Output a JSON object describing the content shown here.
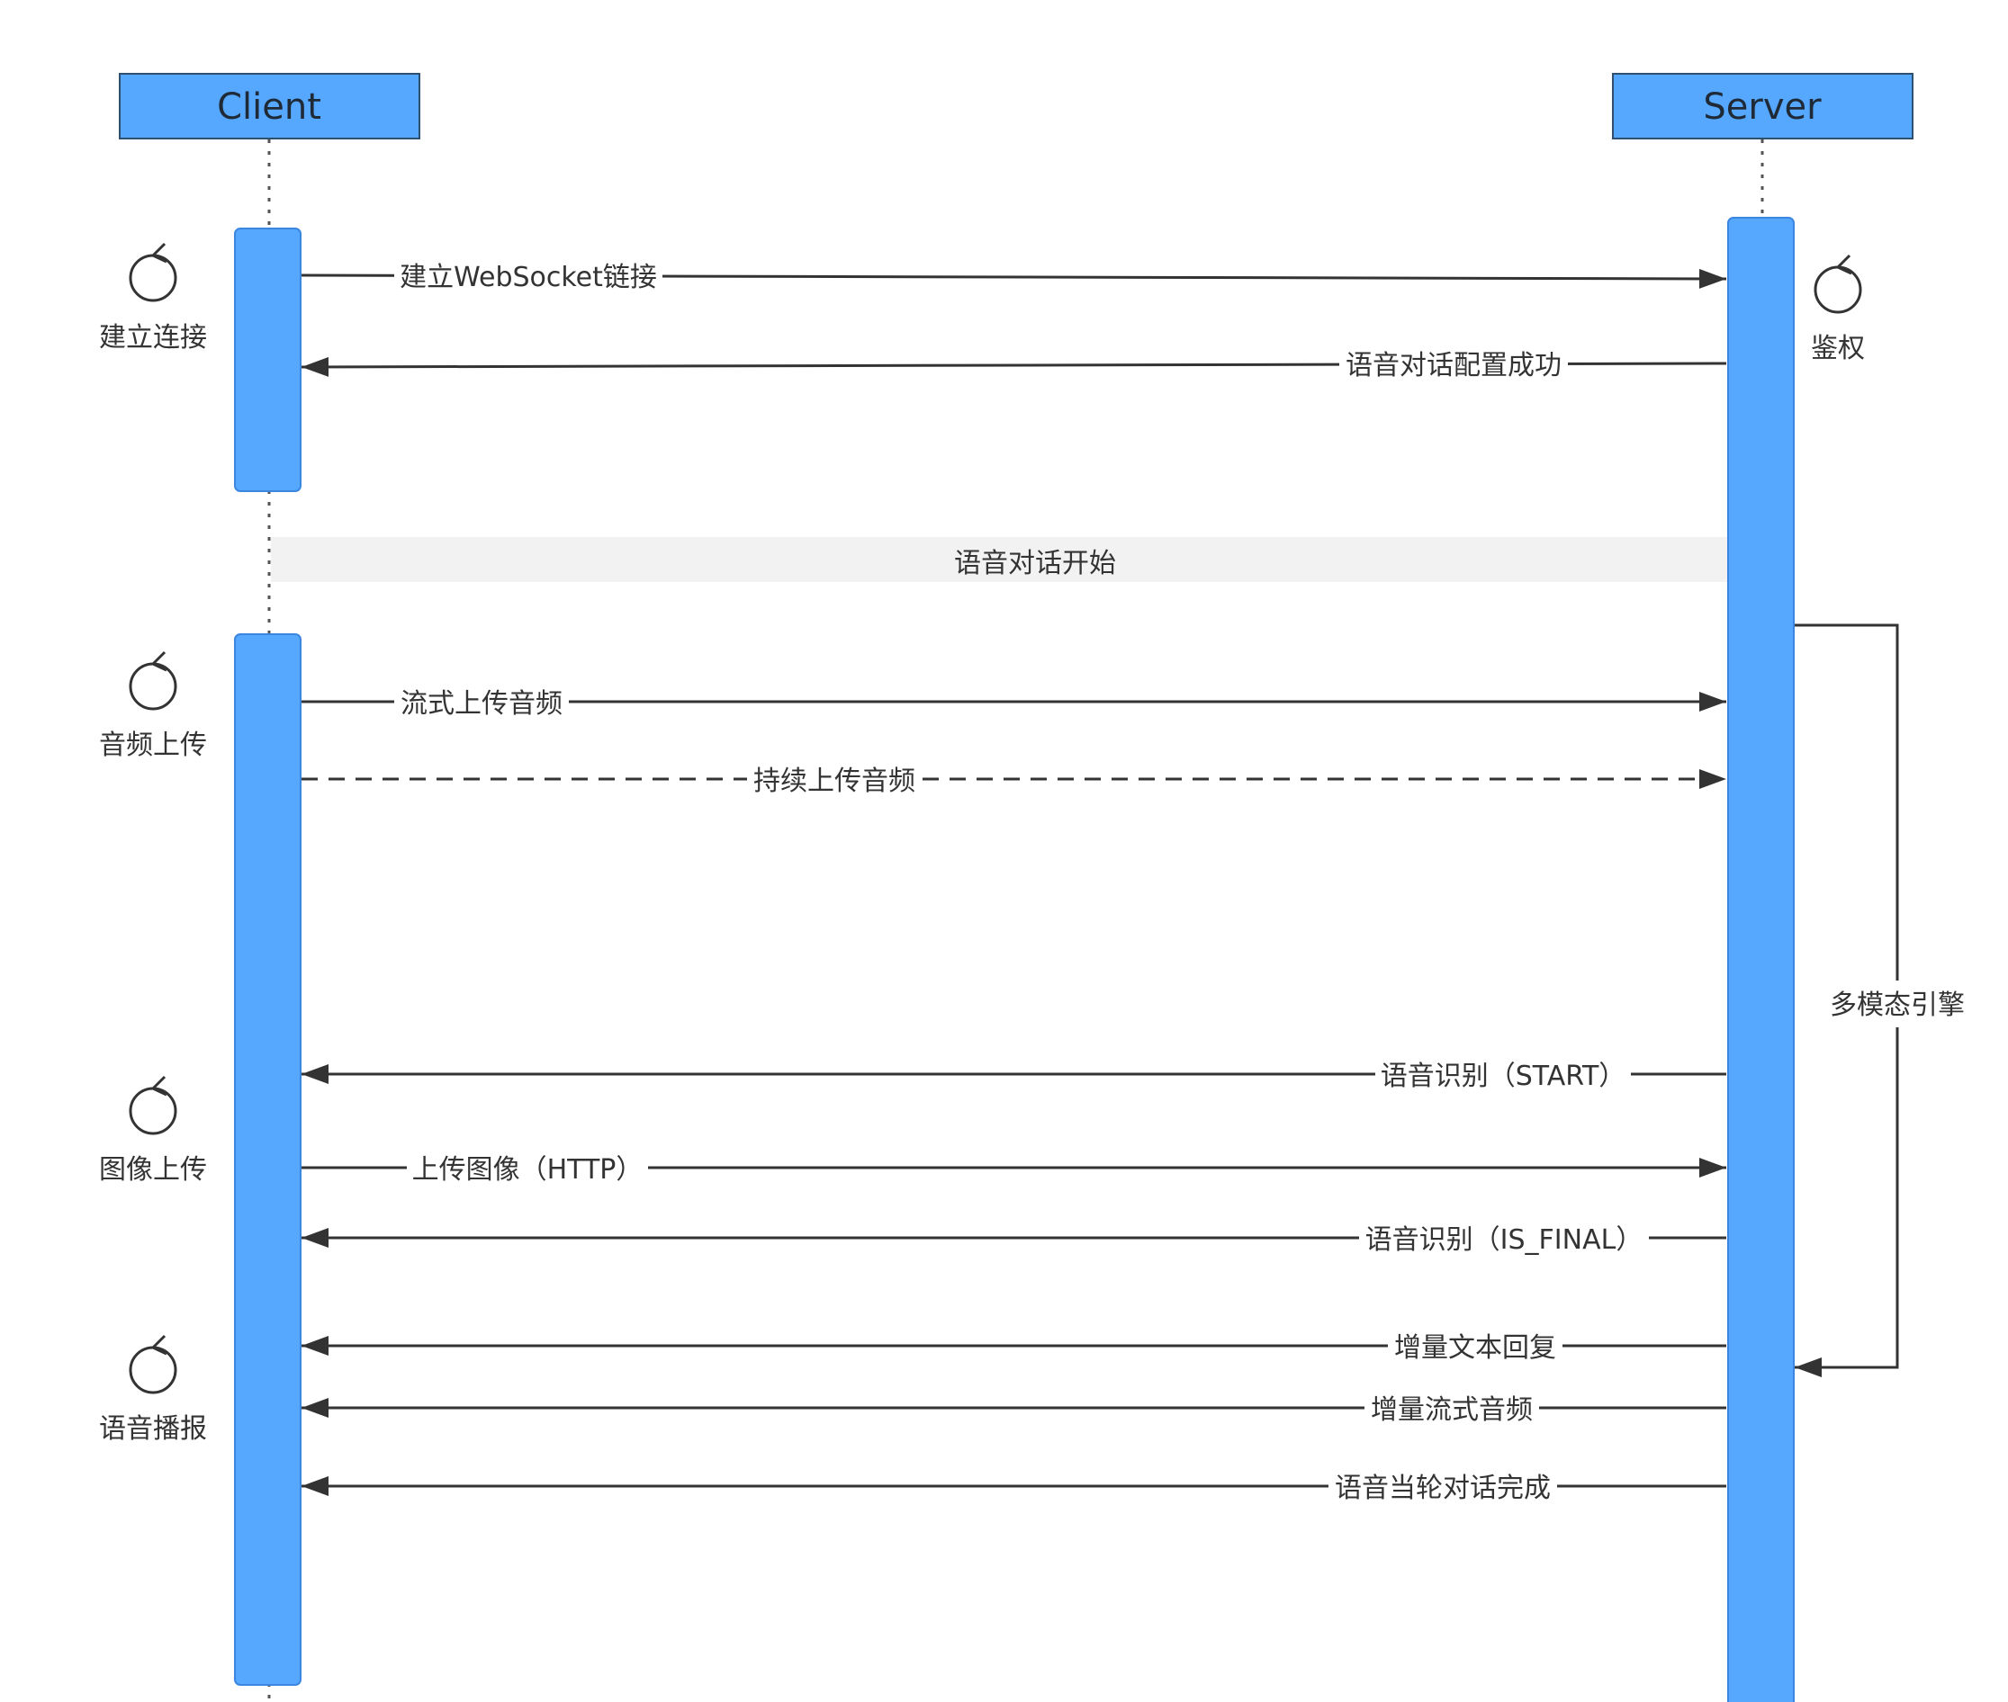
{
  "colors": {
    "actor_fill": "#55a8fd",
    "actor_stroke": "#2f4f6f",
    "activation_fill": "#55a8fd",
    "activation_stroke": "#3a86e0",
    "line": "#333333",
    "divider_fill": "#f2f2f2"
  },
  "actors": {
    "client": "Client",
    "server": "Server"
  },
  "control_notes": {
    "client_connect": "建立连接",
    "client_audio": "音频上传",
    "client_image": "图像上传",
    "client_speak": "语音播报",
    "server_auth": "鉴权"
  },
  "divider": "语音对话开始",
  "engine_label": "多模态引擎",
  "messages": [
    {
      "text": "建立WebSocket链接",
      "from": "client",
      "to": "server",
      "style": "solid"
    },
    {
      "text": "语音对话配置成功",
      "from": "server",
      "to": "client",
      "style": "solid"
    },
    {
      "text": "流式上传音频",
      "from": "client",
      "to": "server",
      "style": "solid"
    },
    {
      "text": "持续上传音频",
      "from": "client",
      "to": "server",
      "style": "dashed"
    },
    {
      "text": "语音识别（START）",
      "from": "server",
      "to": "client",
      "style": "solid"
    },
    {
      "text": "上传图像（HTTP）",
      "from": "client",
      "to": "server",
      "style": "solid"
    },
    {
      "text": "语音识别（IS_FINAL）",
      "from": "server",
      "to": "client",
      "style": "solid"
    },
    {
      "text": "增量文本回复",
      "from": "server",
      "to": "client",
      "style": "solid"
    },
    {
      "text": "增量流式音频",
      "from": "server",
      "to": "client",
      "style": "solid"
    },
    {
      "text": "语音当轮对话完成",
      "from": "server",
      "to": "client",
      "style": "solid"
    }
  ]
}
